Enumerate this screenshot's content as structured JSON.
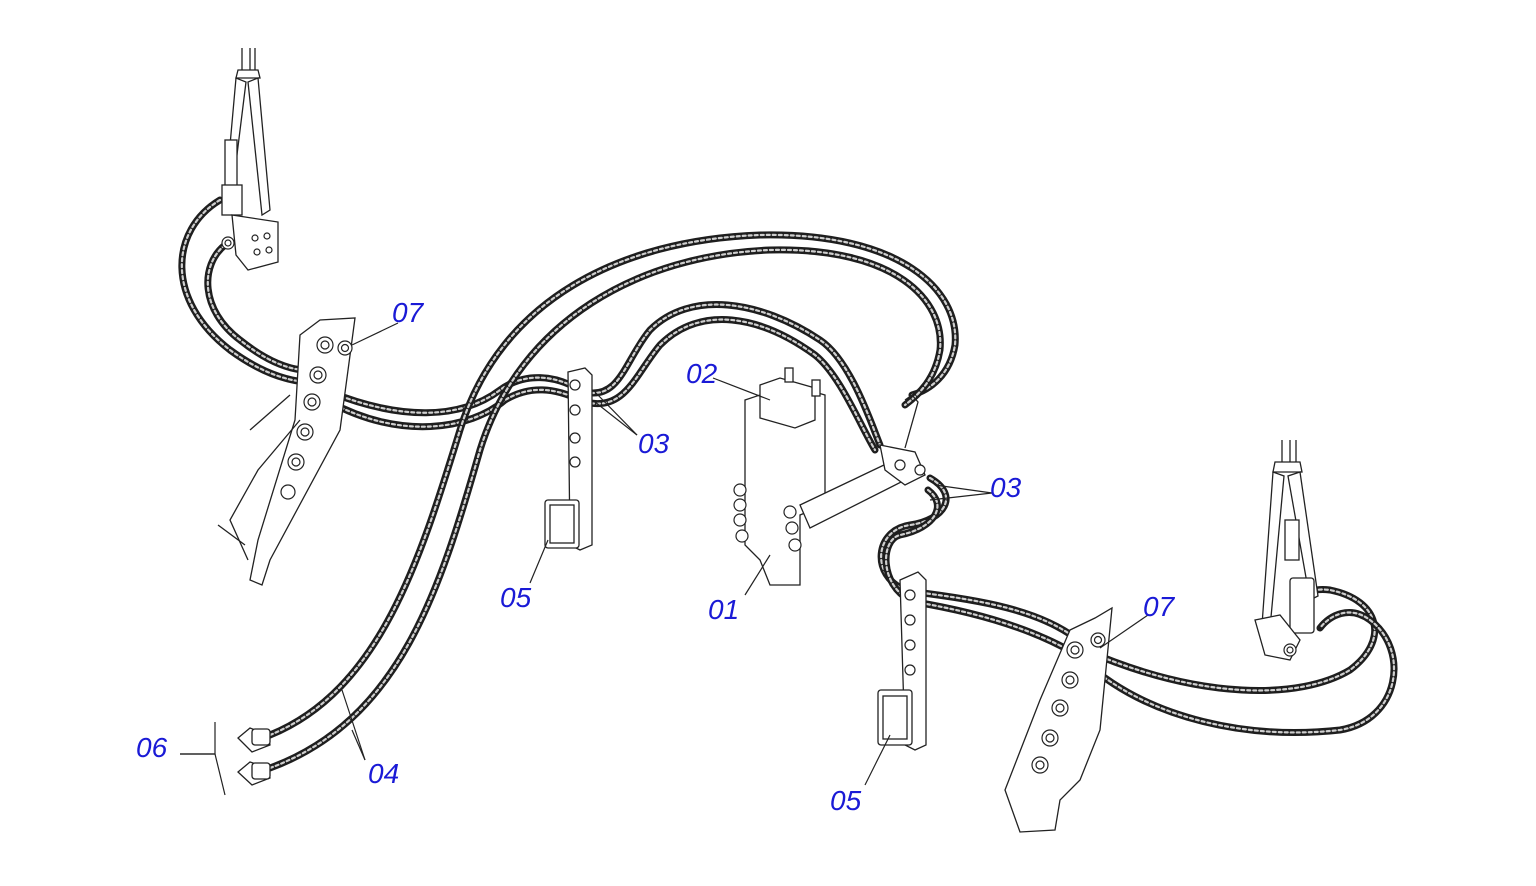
{
  "callouts": {
    "c01": "01",
    "c02": "02",
    "c03a": "03",
    "c03b": "03",
    "c04": "04",
    "c05a": "05",
    "c05b": "05",
    "c06": "06",
    "c07a": "07",
    "c07b": "07"
  },
  "colors": {
    "callout_text": "#1a1ad6",
    "hose": "#1e1e1e",
    "linework": "#222222"
  }
}
